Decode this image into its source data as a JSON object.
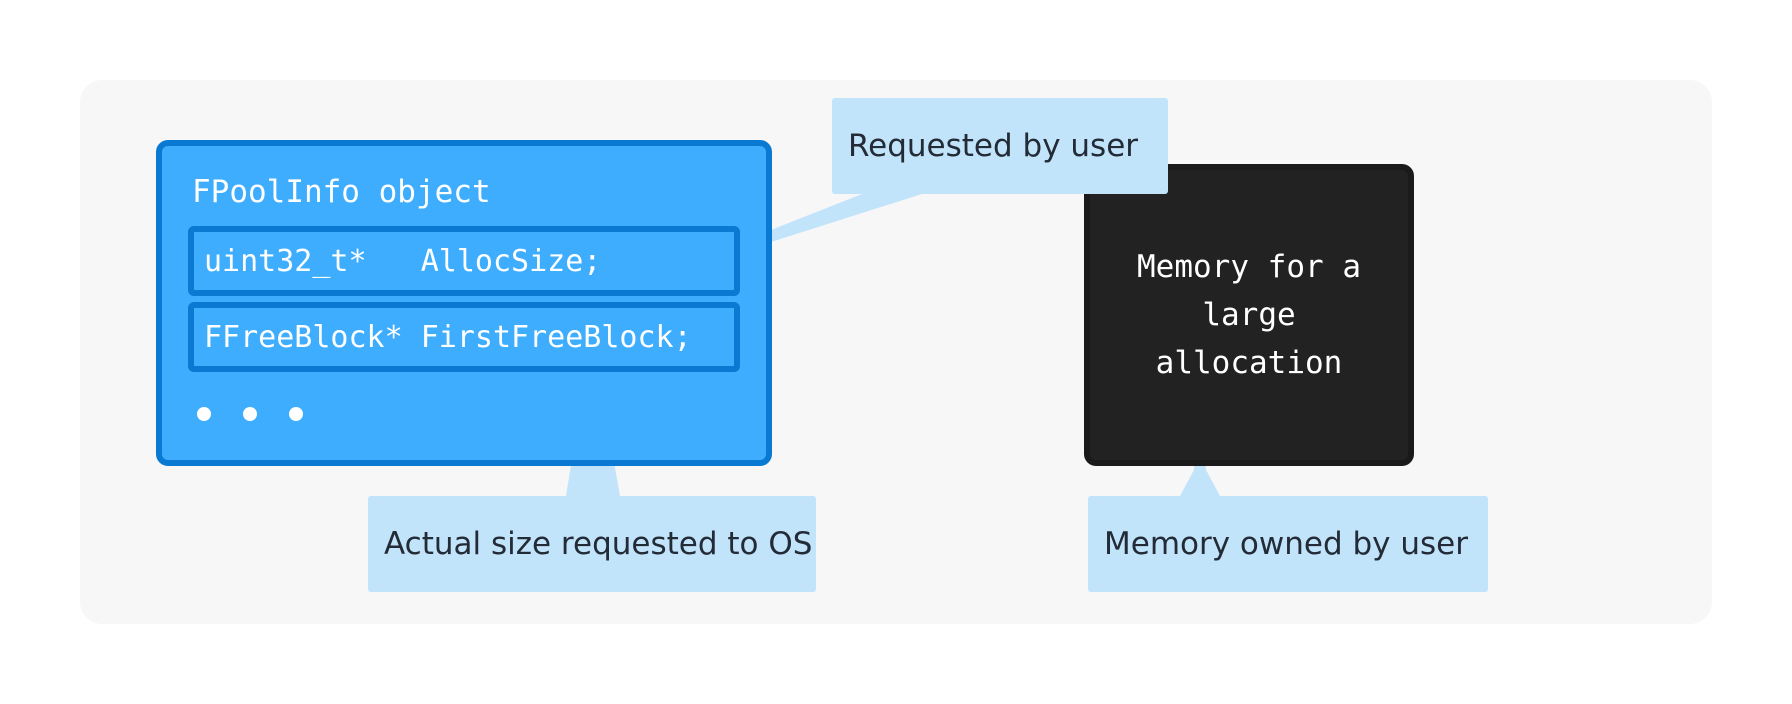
{
  "pool_info": {
    "title": "FPoolInfo object",
    "fields": [
      "uint32_t*   AllocSize;",
      "FFreeBlock* FirstFreeBlock;"
    ]
  },
  "memory_block": {
    "label": "Memory for a\nlarge\nallocation"
  },
  "callouts": {
    "requested_by_user": "Requested by user",
    "actual_size": "Actual size requested to OS",
    "memory_owned": "Memory owned by user"
  },
  "colors": {
    "pool_fill": "#3fadfe",
    "pool_border": "#0a79d1",
    "memory_fill": "#222222",
    "callout_fill": "#c2e4fb",
    "canvas_fill": "#f7f7f7"
  }
}
